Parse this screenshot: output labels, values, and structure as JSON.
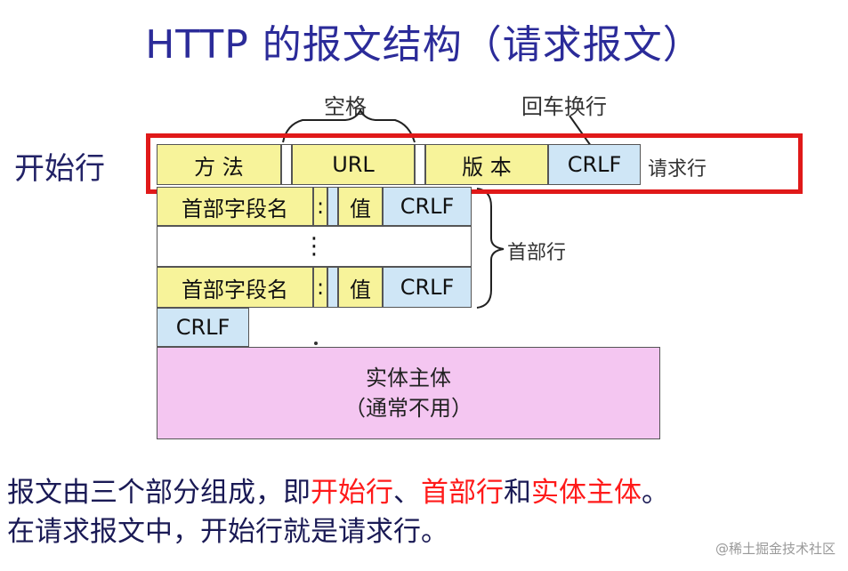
{
  "title": "HTTP 的报文结构（请求报文）",
  "labels": {
    "space": "空格",
    "crlf_label": "回车换行",
    "start_line": "开始行",
    "request_line": "请求行",
    "header_lines": "首部行"
  },
  "request_line": {
    "method": "方  法",
    "url": "URL",
    "version": "版  本",
    "crlf": "CRLF"
  },
  "header_rows": [
    {
      "field": "首部字段名",
      "colon": ":",
      "value": "值",
      "crlf": "CRLF"
    },
    {
      "field": "首部字段名",
      "colon": ":",
      "value": "值",
      "crlf": "CRLF"
    }
  ],
  "ellipsis": "⋮",
  "empty_crlf": "CRLF",
  "body": {
    "line1": "实体主体",
    "line2": "（通常不用）"
  },
  "description": {
    "line1_prefix": "报文由三个部分组成，即",
    "part1": "开始行",
    "sep1": "、",
    "part2": "首部行",
    "sep2": "和",
    "part3": "实体主体",
    "end1": "。",
    "line2": "在请求报文中，开始行就是请求行。"
  },
  "watermark": "@稀土掘金技术社区",
  "colors": {
    "title": "#2b2b99",
    "highlight": "#ff1a1a",
    "frame": "#e01919",
    "field_fill": "#f7f39a",
    "crlf_fill": "#cfe6f6",
    "body_fill": "#f4c6f1"
  }
}
